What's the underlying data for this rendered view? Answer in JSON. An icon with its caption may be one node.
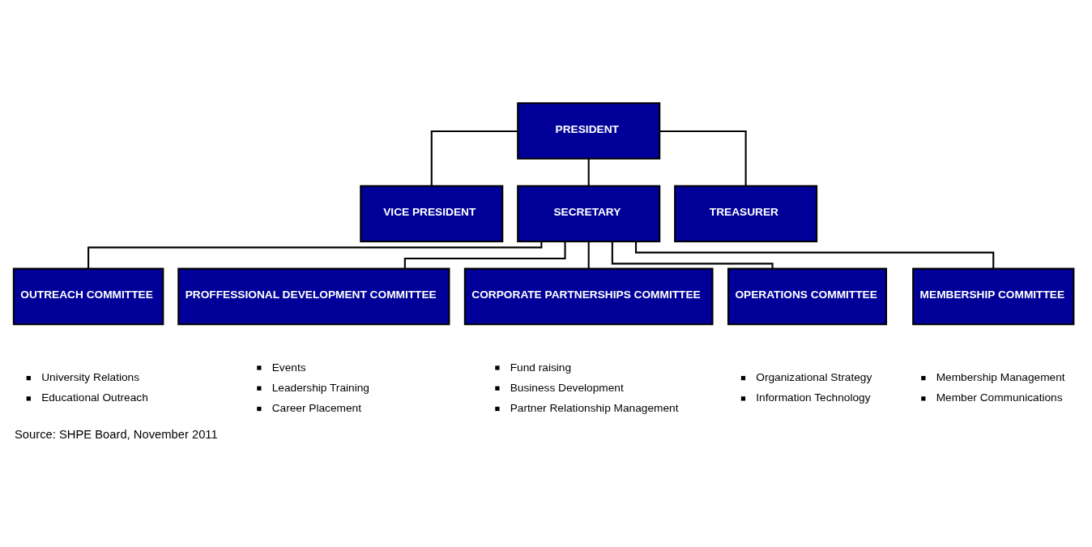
{
  "diagram": {
    "caption": "Source: SHPE Board, November 2011",
    "nodes": [
      {
        "text": [
          "PRESIDENT"
        ]
      },
      {
        "text": [
          "VICE PRESIDENT"
        ]
      },
      {
        "text": [
          "SECRETARY"
        ]
      },
      {
        "text": [
          "TREASURER"
        ]
      },
      {
        "text": [
          "OUTREACH COMMITTEE"
        ],
        "beside": [
          "University Relations",
          "Educational Outreach"
        ]
      },
      {
        "text": [
          "PROFFESSIONAL DEVELOPMENT COMMITTEE"
        ],
        "beside": [
          "Events",
          "Leadership Training",
          "Career Placement"
        ]
      },
      {
        "text": [
          "CORPORATE PARTNERSHIPS COMMITTEE"
        ],
        "beside": [
          "Fund raising",
          "Business Development",
          "Partner Relationship Management"
        ]
      },
      {
        "text": [
          "OPERATIONS COMMITTEE"
        ],
        "beside": [
          "Organizational Strategy",
          "Information Technology"
        ]
      },
      {
        "text": [
          "MEMBERSHIP COMMITTEE"
        ],
        "beside": [
          "Membership Management",
          "Member Communications"
        ]
      }
    ],
    "edges": [
      {
        "from": 0,
        "to": 1,
        "arrow": "none"
      },
      {
        "from": 0,
        "to": 2,
        "arrow": "none"
      },
      {
        "from": 0,
        "to": 3,
        "arrow": "none"
      },
      {
        "from": 2,
        "to": 4,
        "arrow": "none"
      },
      {
        "from": 2,
        "to": 5,
        "arrow": "none"
      },
      {
        "from": 2,
        "to": 6,
        "arrow": "none"
      },
      {
        "from": 2,
        "to": 7,
        "arrow": "none"
      },
      {
        "from": 2,
        "to": 8,
        "arrow": "none"
      }
    ]
  }
}
